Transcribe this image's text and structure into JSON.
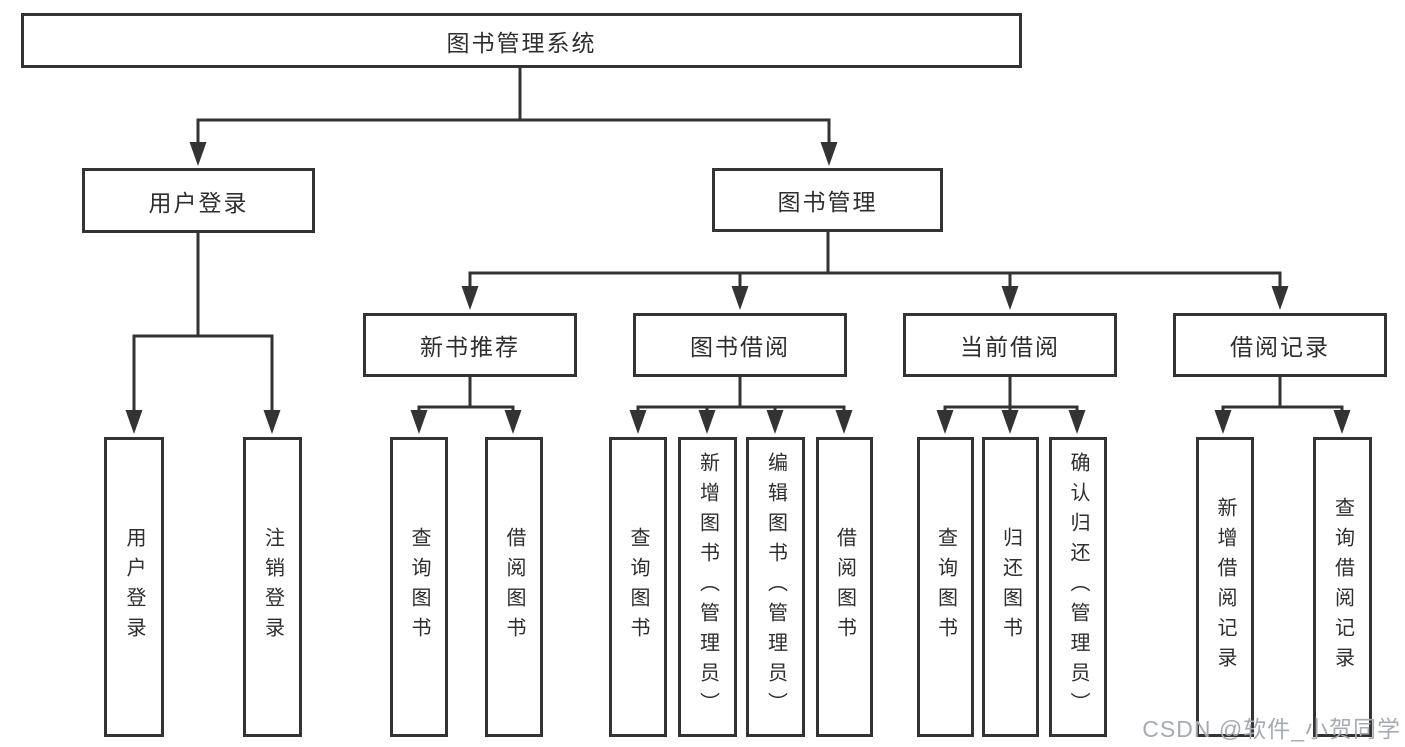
{
  "diagram": {
    "title": "图书管理系统",
    "branches": [
      {
        "label": "用户登录",
        "children": [
          {
            "label": "用户登录"
          },
          {
            "label": "注销登录"
          }
        ]
      },
      {
        "label": "图书管理",
        "children": [
          {
            "label": "新书推荐",
            "children": [
              {
                "label": "查询图书"
              },
              {
                "label": "借阅图书"
              }
            ]
          },
          {
            "label": "图书借阅",
            "children": [
              {
                "label": "查询图书"
              },
              {
                "label": "新增图书（管理员）"
              },
              {
                "label": "编辑图书（管理员）"
              },
              {
                "label": "借阅图书"
              }
            ]
          },
          {
            "label": "当前借阅",
            "children": [
              {
                "label": "查询图书"
              },
              {
                "label": "归还图书"
              },
              {
                "label": "确认归还（管理员）"
              }
            ]
          },
          {
            "label": "借阅记录",
            "children": [
              {
                "label": "新增借阅记录"
              },
              {
                "label": "查询借阅记录"
              }
            ]
          }
        ]
      }
    ]
  },
  "watermark": {
    "text": "CSDN @软件_小贺同学",
    "color": "#a6abb3"
  },
  "colors": {
    "line": "#333333",
    "text": "#2e2e2e",
    "background": "#ffffff"
  }
}
